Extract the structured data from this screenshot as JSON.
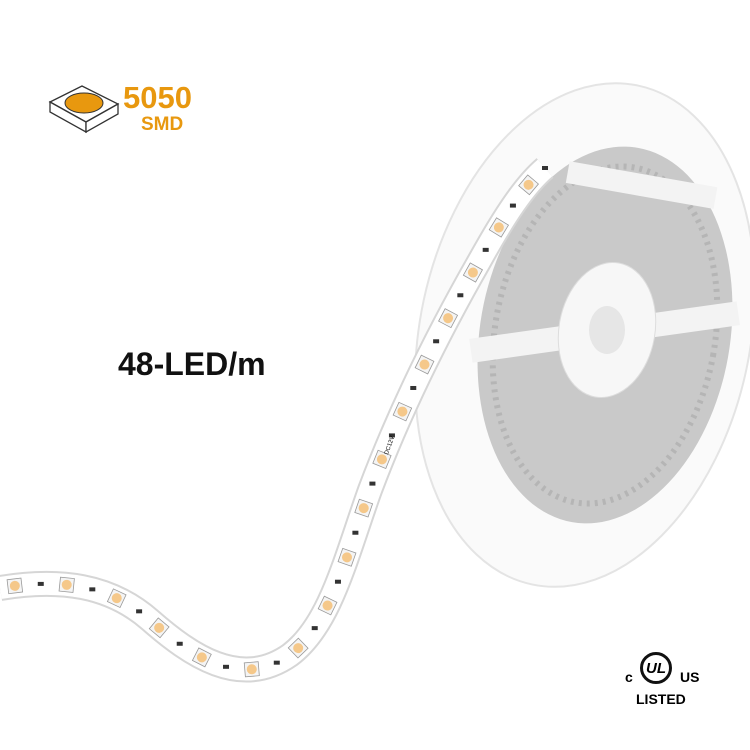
{
  "chip": {
    "size": "5050",
    "type": "SMD",
    "led_color": "#e8980f"
  },
  "density_label": "48-LED/m",
  "strip_marking": "DC12V",
  "certification": {
    "left": "c",
    "mark": "UL",
    "right": "US",
    "listed": "LISTED"
  },
  "colors": {
    "accent": "#e8980f",
    "reel": "#cfcfcf",
    "led": "#f5c88a"
  }
}
